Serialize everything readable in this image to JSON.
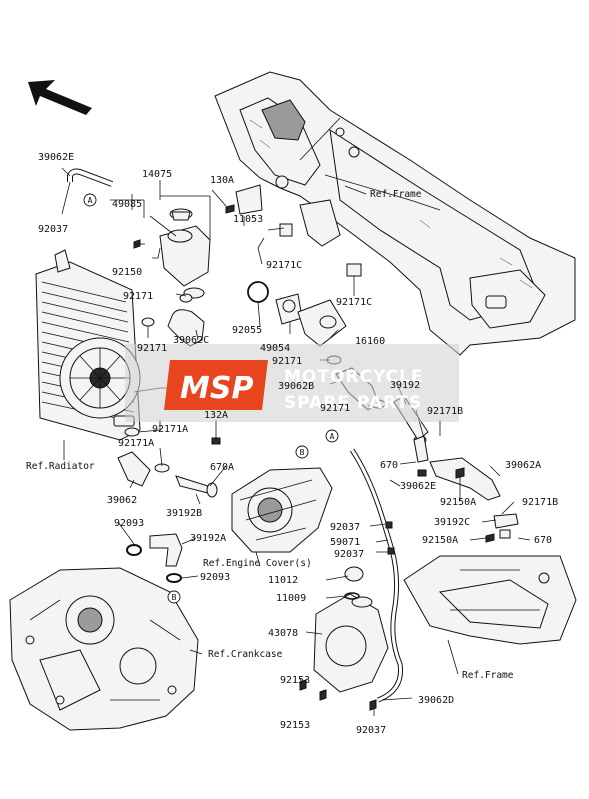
{
  "labels": {
    "p39062E_top": "39062E",
    "p92037_top": "92037",
    "p14075": "14075",
    "p49085": "49085",
    "p130A": "130A",
    "p11053": "11053",
    "p92150": "92150",
    "p92171C_a": "92171C",
    "p92171C_b": "92171C",
    "p92171_a": "92171",
    "p92171_b": "92171",
    "p92055": "92055",
    "p39062C": "39062C",
    "p49054": "49054",
    "p16160": "16160",
    "p92171_c": "92171",
    "p39062B": "39062B",
    "p39192": "39192",
    "p92171_d": "92171",
    "p92171B_a": "92171B",
    "p132A": "132A",
    "p92171A_a": "92171A",
    "p92171A_b": "92171A",
    "p670_a": "670",
    "p39062A": "39062A",
    "p670A": "670A",
    "p39062E_mid": "39062E",
    "p39062": "39062",
    "p39192B": "39192B",
    "p92150A_a": "92150A",
    "p92171B_b": "92171B",
    "p92093_a": "92093",
    "p39192A": "39192A",
    "p92037_a": "92037",
    "p59071": "59071",
    "p92037_b": "92037",
    "p39192C": "39192C",
    "p92150A_b": "92150A",
    "p670_b": "670",
    "p92093_b": "92093",
    "p11012": "11012",
    "p11009": "11009",
    "p43078": "43078",
    "p92153_a": "92153",
    "p92153_b": "92153",
    "p39062D": "39062D",
    "p92037_c": "92037"
  },
  "refs": {
    "frame_top": "Ref.Frame",
    "radiator": "Ref.Radiator",
    "engine_cover": "Ref.Engine Cover(s)",
    "crankcase": "Ref.Crankcase",
    "frame_bottom": "Ref.Frame"
  },
  "callouts": {
    "A": "A",
    "B": "B"
  },
  "watermark": {
    "logo": "MSP",
    "line1": "MOTORCYCLE",
    "line2": "SPARE PARTS",
    "color": "#e8451e"
  }
}
